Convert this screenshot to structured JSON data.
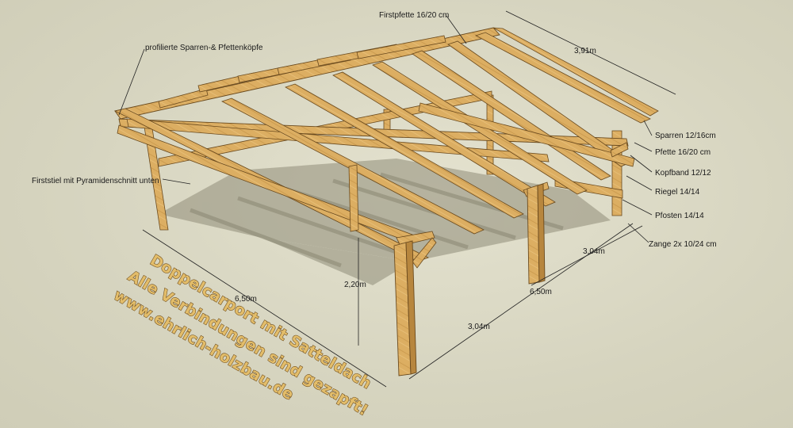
{
  "labels": {
    "firstpfette": "Firstpfette 16/20 cm",
    "sparrenkoepfe": "profilierte Sparren-& Pfettenköpfe",
    "firststiel": "Firststiel mit Pyramidenschnitt unten",
    "sparren": "Sparren 12/16cm",
    "pfette": "Pfette 16/20 cm",
    "kopfband": "Kopfband 12/12",
    "riegel": "Riegel 14/14",
    "pfosten": "Pfosten 14/14",
    "zange": "Zange 2x 10/24 cm"
  },
  "dimensions": {
    "rafter_length": "3,91m",
    "length_front": "6,50m",
    "length_right": "6,50m",
    "height": "2,20m",
    "span_front": "3,04m",
    "span_right": "3,04m"
  },
  "watermark": {
    "line1": "Doppelcarport mit Satteldach",
    "line2": "Alle Verbindungen sind gezapft!",
    "line3": "www.ehrlich-holzbau.de"
  },
  "colors": {
    "wood": "#dcae62",
    "wood_dark": "#b7863e",
    "outline": "#6a4a1e",
    "shadow": "#8f8c78",
    "background": "#d9d7c2"
  }
}
